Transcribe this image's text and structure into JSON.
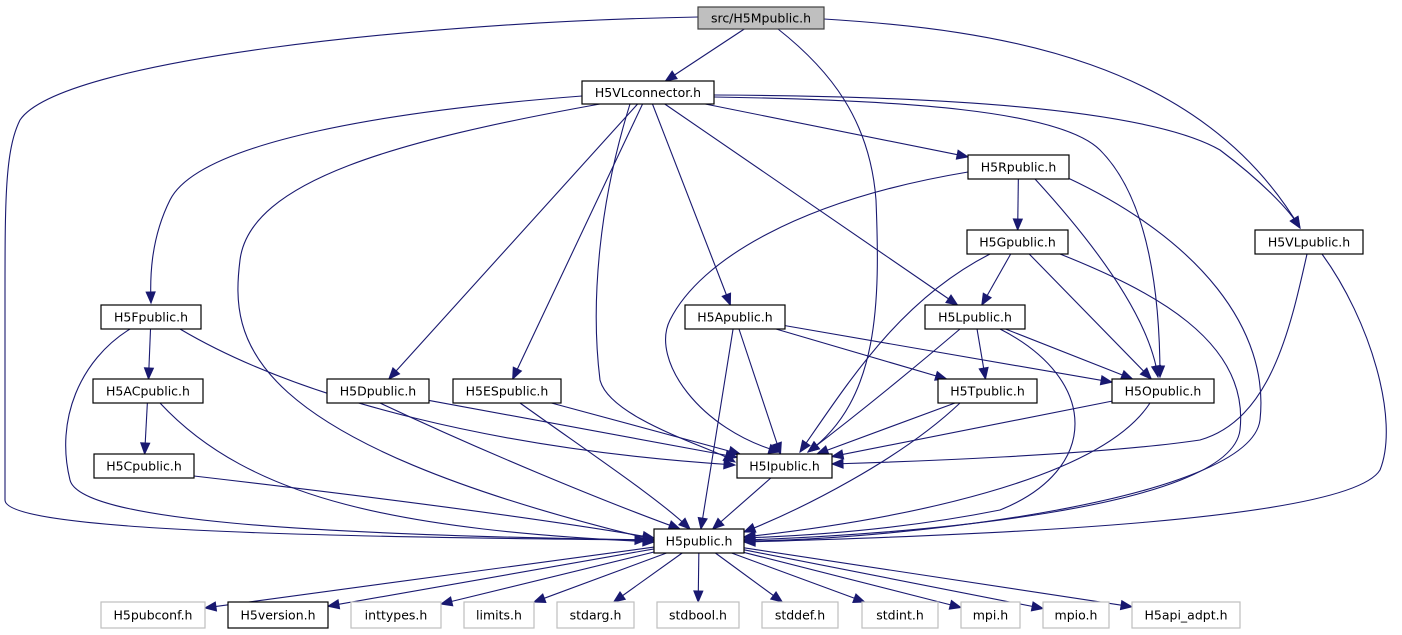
{
  "diagram": {
    "type": "include-dependency-graph",
    "colors": {
      "edge": "#191970",
      "root_fill": "#bfbfbf",
      "node_border": "#000000",
      "external_border": "#bfbfbf"
    },
    "nodes": [
      {
        "id": "H5Mpublic",
        "label": "src/H5Mpublic.h",
        "kind": "root"
      },
      {
        "id": "H5VLconnector",
        "label": "H5VLconnector.h",
        "kind": "file"
      },
      {
        "id": "H5Rpublic",
        "label": "H5Rpublic.h",
        "kind": "file"
      },
      {
        "id": "H5Gpublic",
        "label": "H5Gpublic.h",
        "kind": "file"
      },
      {
        "id": "H5VLpublic",
        "label": "H5VLpublic.h",
        "kind": "file"
      },
      {
        "id": "H5Fpublic",
        "label": "H5Fpublic.h",
        "kind": "file"
      },
      {
        "id": "H5Apublic",
        "label": "H5Apublic.h",
        "kind": "file"
      },
      {
        "id": "H5Lpublic",
        "label": "H5Lpublic.h",
        "kind": "file"
      },
      {
        "id": "H5ACpublic",
        "label": "H5ACpublic.h",
        "kind": "file"
      },
      {
        "id": "H5Dpublic",
        "label": "H5Dpublic.h",
        "kind": "file"
      },
      {
        "id": "H5ESpublic",
        "label": "H5ESpublic.h",
        "kind": "file"
      },
      {
        "id": "H5Tpublic",
        "label": "H5Tpublic.h",
        "kind": "file"
      },
      {
        "id": "H5Opublic",
        "label": "H5Opublic.h",
        "kind": "file"
      },
      {
        "id": "H5Cpublic",
        "label": "H5Cpublic.h",
        "kind": "file"
      },
      {
        "id": "H5Ipublic",
        "label": "H5Ipublic.h",
        "kind": "file"
      },
      {
        "id": "H5public",
        "label": "H5public.h",
        "kind": "file"
      },
      {
        "id": "H5pubconf",
        "label": "H5pubconf.h",
        "kind": "external"
      },
      {
        "id": "H5version",
        "label": "H5version.h",
        "kind": "file"
      },
      {
        "id": "inttypes",
        "label": "inttypes.h",
        "kind": "external"
      },
      {
        "id": "limits",
        "label": "limits.h",
        "kind": "external"
      },
      {
        "id": "stdarg",
        "label": "stdarg.h",
        "kind": "external"
      },
      {
        "id": "stdbool",
        "label": "stdbool.h",
        "kind": "external"
      },
      {
        "id": "stddef",
        "label": "stddef.h",
        "kind": "external"
      },
      {
        "id": "stdint",
        "label": "stdint.h",
        "kind": "external"
      },
      {
        "id": "mpi",
        "label": "mpi.h",
        "kind": "external"
      },
      {
        "id": "mpio",
        "label": "mpio.h",
        "kind": "external"
      },
      {
        "id": "H5api_adpt",
        "label": "H5api_adpt.h",
        "kind": "external"
      }
    ],
    "edges": [
      [
        "H5Mpublic",
        "H5VLconnector"
      ],
      [
        "H5Mpublic",
        "H5Ipublic"
      ],
      [
        "H5Mpublic",
        "H5VLpublic"
      ],
      [
        "H5Mpublic",
        "H5public"
      ],
      [
        "H5VLconnector",
        "H5Fpublic"
      ],
      [
        "H5VLconnector",
        "H5public"
      ],
      [
        "H5VLconnector",
        "H5Dpublic"
      ],
      [
        "H5VLconnector",
        "H5ESpublic"
      ],
      [
        "H5VLconnector",
        "H5Ipublic"
      ],
      [
        "H5VLconnector",
        "H5Apublic"
      ],
      [
        "H5VLconnector",
        "H5Lpublic"
      ],
      [
        "H5VLconnector",
        "H5Rpublic"
      ],
      [
        "H5VLconnector",
        "H5Opublic"
      ],
      [
        "H5VLconnector",
        "H5VLpublic"
      ],
      [
        "H5Rpublic",
        "H5Gpublic"
      ],
      [
        "H5Rpublic",
        "H5Ipublic"
      ],
      [
        "H5Rpublic",
        "H5Opublic"
      ],
      [
        "H5Rpublic",
        "H5public"
      ],
      [
        "H5Gpublic",
        "H5Lpublic"
      ],
      [
        "H5Gpublic",
        "H5Ipublic"
      ],
      [
        "H5Gpublic",
        "H5Opublic"
      ],
      [
        "H5Gpublic",
        "H5public"
      ],
      [
        "H5VLpublic",
        "H5Ipublic"
      ],
      [
        "H5VLpublic",
        "H5public"
      ],
      [
        "H5Fpublic",
        "H5ACpublic"
      ],
      [
        "H5Fpublic",
        "H5Ipublic"
      ],
      [
        "H5Fpublic",
        "H5public"
      ],
      [
        "H5Apublic",
        "H5Ipublic"
      ],
      [
        "H5Apublic",
        "H5Tpublic"
      ],
      [
        "H5Apublic",
        "H5Opublic"
      ],
      [
        "H5Apublic",
        "H5public"
      ],
      [
        "H5Lpublic",
        "H5Tpublic"
      ],
      [
        "H5Lpublic",
        "H5Ipublic"
      ],
      [
        "H5Lpublic",
        "H5Opublic"
      ],
      [
        "H5Lpublic",
        "H5public"
      ],
      [
        "H5ACpublic",
        "H5Cpublic"
      ],
      [
        "H5ACpublic",
        "H5public"
      ],
      [
        "H5Dpublic",
        "H5Ipublic"
      ],
      [
        "H5Dpublic",
        "H5public"
      ],
      [
        "H5ESpublic",
        "H5Ipublic"
      ],
      [
        "H5ESpublic",
        "H5public"
      ],
      [
        "H5Tpublic",
        "H5Ipublic"
      ],
      [
        "H5Tpublic",
        "H5public"
      ],
      [
        "H5Opublic",
        "H5Ipublic"
      ],
      [
        "H5Opublic",
        "H5public"
      ],
      [
        "H5Cpublic",
        "H5public"
      ],
      [
        "H5Ipublic",
        "H5public"
      ],
      [
        "H5public",
        "H5pubconf"
      ],
      [
        "H5public",
        "H5version"
      ],
      [
        "H5public",
        "inttypes"
      ],
      [
        "H5public",
        "limits"
      ],
      [
        "H5public",
        "stdarg"
      ],
      [
        "H5public",
        "stdbool"
      ],
      [
        "H5public",
        "stddef"
      ],
      [
        "H5public",
        "stdint"
      ],
      [
        "H5public",
        "mpi"
      ],
      [
        "H5public",
        "mpio"
      ],
      [
        "H5public",
        "H5api_adpt"
      ]
    ]
  }
}
